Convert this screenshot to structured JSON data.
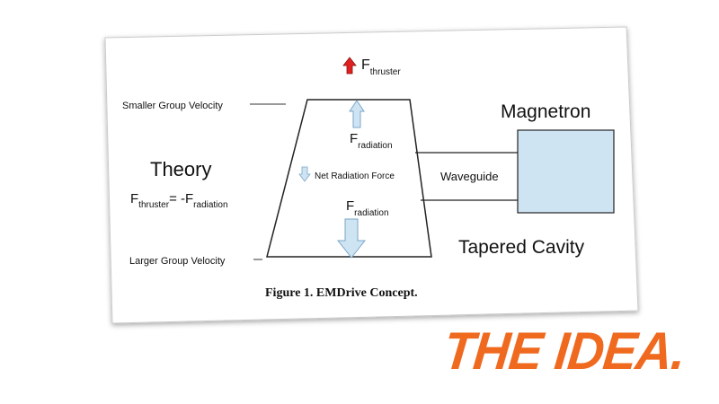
{
  "figure": {
    "caption": "Figure 1.  EMDrive Concept.",
    "thrust_label_main": "F",
    "thrust_label_sub": "thruster",
    "smaller_group_velocity": "Smaller Group Velocity",
    "larger_group_velocity": "Larger Group Velocity",
    "theory_heading": "Theory",
    "equation": {
      "lhs_main": "F",
      "lhs_sub": "thruster",
      "operator": "= -F",
      "rhs_sub": "radiation"
    },
    "radiation_top_main": "F",
    "radiation_top_sub": "radiation",
    "net_radiation_force": "Net Radiation Force",
    "radiation_bottom_main": "F",
    "radiation_bottom_sub": "radiation",
    "waveguide": "Waveguide",
    "magnetron": "Magnetron",
    "tapered_cavity": "Tapered Cavity"
  },
  "headline": "THE IDEA.",
  "colors": {
    "headline": "#ef6a1f",
    "arrow_fill": "#cfe4f3",
    "arrow_stroke": "#7aa6c8",
    "magnetron_fill": "#cfe4f3",
    "thrust_arrow": "#e02020"
  }
}
